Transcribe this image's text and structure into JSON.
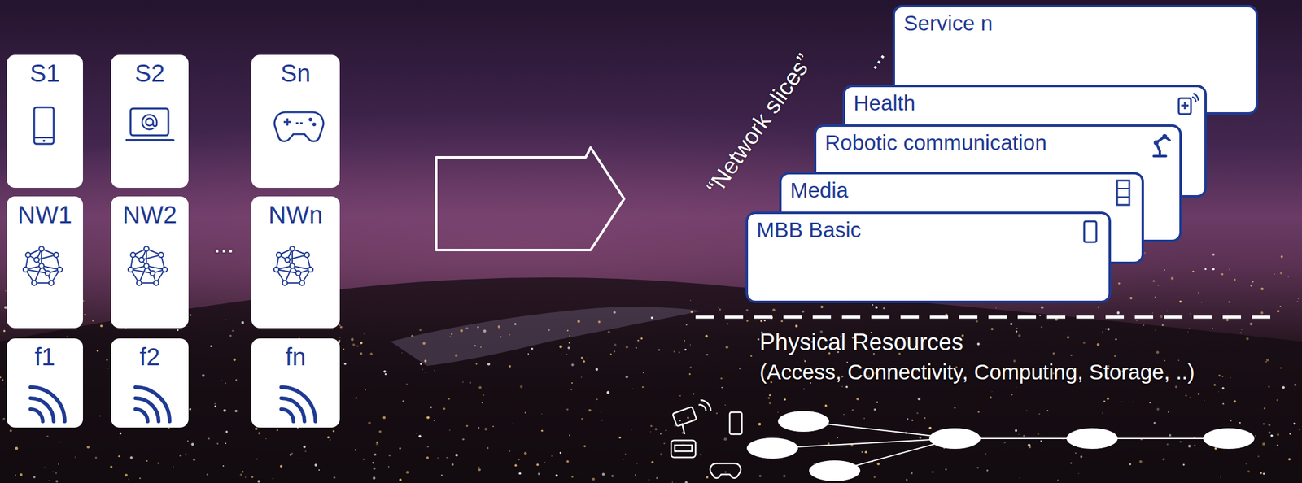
{
  "diagram": {
    "nodes": [
      {
        "text": [
          "S1"
        ]
      },
      {
        "text": [
          "S2"
        ]
      },
      {
        "text": [
          "Sn"
        ]
      },
      {
        "text": [
          "NW1"
        ]
      },
      {
        "text": [
          "NW2"
        ]
      },
      {
        "text": [
          "NWn"
        ]
      },
      {
        "text": [
          "f1"
        ]
      },
      {
        "text": [
          "f2"
        ]
      },
      {
        "text": [
          "fn"
        ]
      },
      {
        "text": [
          "Service n"
        ]
      },
      {
        "text": [
          "Health"
        ]
      },
      {
        "text": [
          "Robotic communication"
        ]
      },
      {
        "text": [
          "Media"
        ]
      },
      {
        "text": [
          "MBB Basic"
        ]
      }
    ],
    "labels": [
      "...",
      "“Network slices”",
      "...",
      "Physical Resources",
      "(Access, Connectivity, Computing, Storage, ..)"
    ]
  }
}
